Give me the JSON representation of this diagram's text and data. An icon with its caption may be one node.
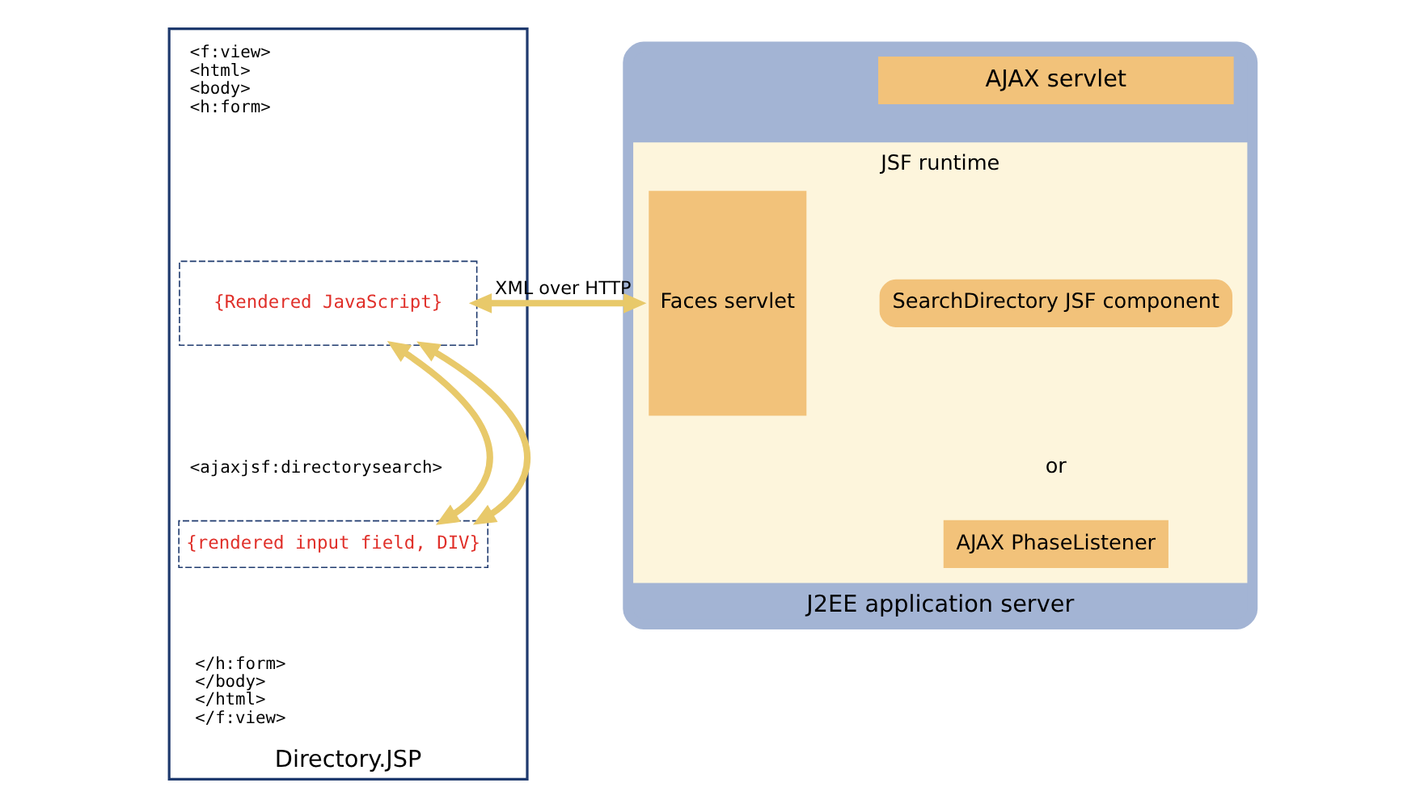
{
  "diagram": {
    "nodes": [
      {
        "text": [
          "<f:view>",
          "<html>",
          "<body>",
          "<h:form>",
          "<ajaxjsf:directorysearch>",
          "</h:form>",
          "</body>",
          "</html>",
          "</f:view>",
          "Directory.JSP"
        ]
      },
      {
        "text": [
          "{Rendered JavaScript}"
        ],
        "in": 0
      },
      {
        "text": [
          "{rendered input field, DIV}"
        ],
        "in": 0
      },
      {
        "text": [
          "J2EE application server"
        ]
      },
      {
        "text": [
          "AJAX servlet"
        ],
        "in": 3
      },
      {
        "text": [
          "JSF runtime"
        ],
        "in": 3
      },
      {
        "text": [
          "Faces servlet"
        ],
        "in": 5
      },
      {
        "text": [
          "SearchDirectory JSF component"
        ],
        "in": 5
      },
      {
        "text": [
          "AJAX PhaseListener"
        ],
        "in": 5
      }
    ],
    "edges": [
      {
        "from": 1,
        "to": 5,
        "arrow": "both",
        "label": "XML over HTTP"
      },
      {
        "from": 1,
        "to": 2,
        "arrow": "both"
      },
      {
        "from": 1,
        "to": 2,
        "arrow": "both"
      }
    ],
    "labels": [
      "or"
    ]
  }
}
